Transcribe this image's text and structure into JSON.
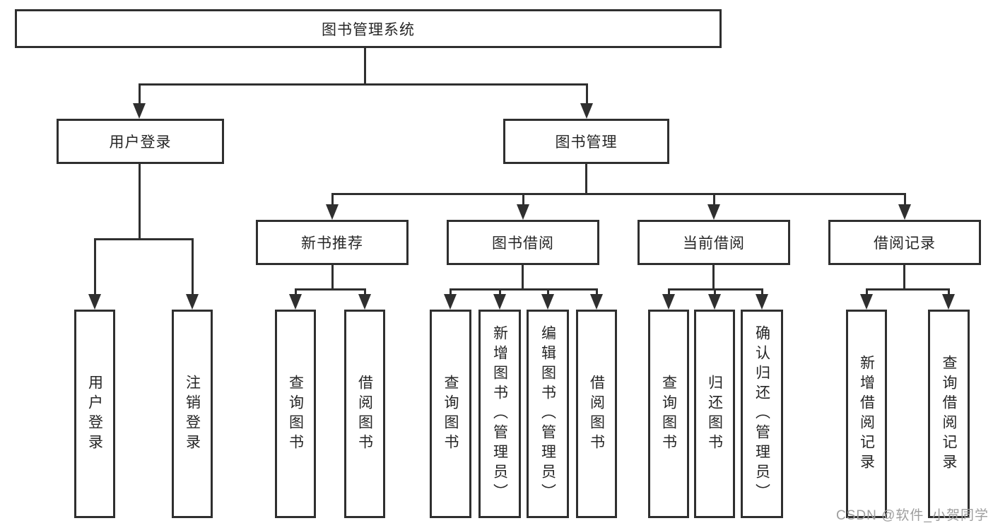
{
  "colors": {
    "line": "#2f2f2f",
    "text": "#262626",
    "background": "#ffffff",
    "watermark": "#9e9e9e"
  },
  "watermark": {
    "text": "CSDN @软件_小贺同学"
  },
  "tree": {
    "root": {
      "label": "图书管理系统"
    },
    "branches": [
      {
        "label": "用户登录",
        "children": [
          {
            "label": "用户登录"
          },
          {
            "label": "注销登录"
          }
        ]
      },
      {
        "label": "图书管理",
        "children": [
          {
            "label": "新书推荐",
            "children": [
              {
                "label": "查询图书"
              },
              {
                "label": "借阅图书"
              }
            ]
          },
          {
            "label": "图书借阅",
            "children": [
              {
                "label": "查询图书"
              },
              {
                "label": "新增图书（管理员）"
              },
              {
                "label": "编辑图书（管理员）"
              },
              {
                "label": "借阅图书"
              }
            ]
          },
          {
            "label": "当前借阅",
            "children": [
              {
                "label": "查询图书"
              },
              {
                "label": "归还图书"
              },
              {
                "label": "确认归还（管理员）"
              }
            ]
          },
          {
            "label": "借阅记录",
            "children": [
              {
                "label": "新增借阅记录"
              },
              {
                "label": "查询借阅记录"
              }
            ]
          }
        ]
      }
    ]
  }
}
